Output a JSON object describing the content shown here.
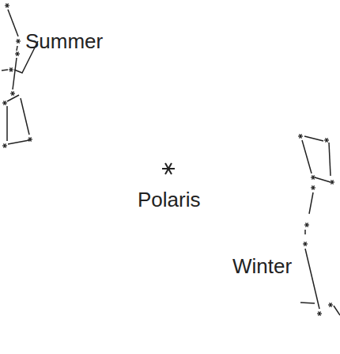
{
  "diagram": {
    "labels": [
      "Summer",
      "Polaris",
      "Winter"
    ]
  }
}
